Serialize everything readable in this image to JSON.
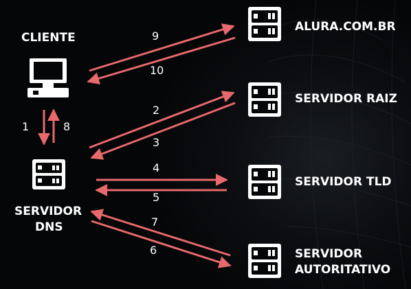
{
  "labels": {
    "cliente": "CLIENTE",
    "servidor_dns_line1": "SERVIDOR",
    "servidor_dns_line2": "DNS",
    "alura": "ALURA.COM.BR",
    "servidor_raiz": "SERVIDOR RAIZ",
    "servidor_tld": "SERVIDOR TLD",
    "servidor_autoritativo_line1": "SERVIDOR",
    "servidor_autoritativo_line2": "AUTORITATIVO"
  },
  "steps": {
    "s1": "1",
    "s2": "2",
    "s3": "3",
    "s4": "4",
    "s5": "5",
    "s6": "6",
    "s7": "7",
    "s8": "8",
    "s9": "9",
    "s10": "10"
  },
  "colors": {
    "arrow": "#e8696b",
    "text": "#ffffff",
    "background": "#050608"
  },
  "icons": [
    "computer-icon",
    "server-icon"
  ]
}
